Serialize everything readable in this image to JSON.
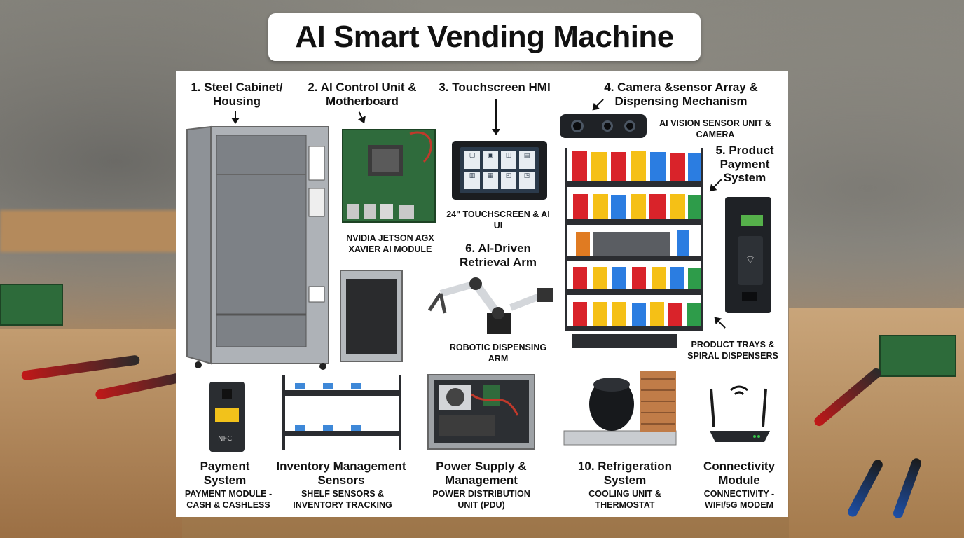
{
  "title": "AI Smart Vending Machine",
  "components": {
    "c1": {
      "label": "1. Steel Cabinet/ Housing"
    },
    "c2": {
      "label": "2. AI Control Unit & Motherboard",
      "caption": "NVIDIA JETSON AGX XAVIER AI MODULE"
    },
    "c3": {
      "label": "3. Touchscreen HMI",
      "caption": "24\" TOUCHSCREEN & AI UI"
    },
    "c4": {
      "label": "4. Camera &sensor Array & Dispensing Mechanism",
      "caption": "AI VISION SENSOR UNIT & CAMERA"
    },
    "c5": {
      "label": "5. Product Payment System"
    },
    "c6": {
      "label": "6. AI-Driven Retrieval Arm",
      "caption": "ROBOTIC DISPENSING ARM"
    },
    "trays": {
      "caption": "PRODUCT TRAYS & SPIRAL DISPENSERS"
    },
    "payment": {
      "label": "Payment System",
      "caption": "PAYMENT MODULE - CASH & CASHLESS"
    },
    "inventory": {
      "label": "Inventory Management Sensors",
      "caption": "SHELF SENSORS & INVENTORY TRACKING"
    },
    "power": {
      "label": "Power Supply & Management",
      "caption": "POWER DISTRIBUTION UNIT (PDU)"
    },
    "refrigeration": {
      "label": "10. Refrigeration System",
      "caption": "COOLING UNIT & THERMOSTAT"
    },
    "connectivity": {
      "label": "Connectivity Module",
      "caption": "CONNECTIVITY - WIFI/5G MODEM"
    }
  },
  "screen_tiles": [
    "▢",
    "▣",
    "◫",
    "▤",
    "▥",
    "▦",
    "◰",
    "◳"
  ],
  "colors": {
    "panel": "#ffffff",
    "text": "#111111",
    "board": "#2f6b3c",
    "steel": "#a9adb2"
  }
}
